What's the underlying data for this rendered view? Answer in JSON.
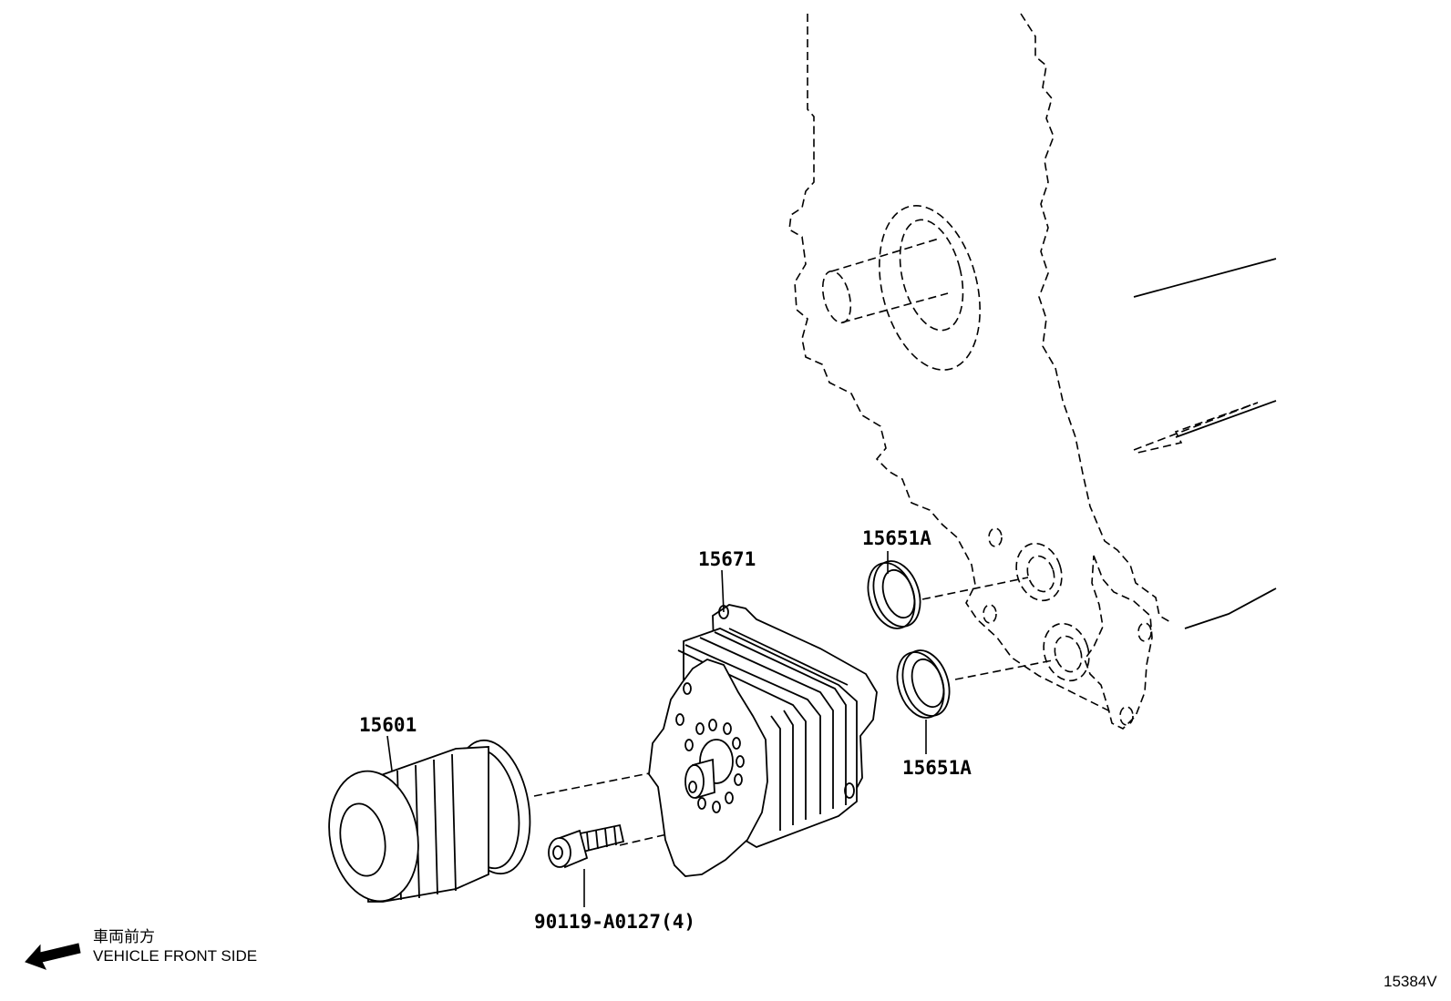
{
  "labels": {
    "oil_filter": "15601",
    "oil_cooler": "15671",
    "o_ring_upper": "15651A",
    "o_ring_lower": "15651A",
    "bolt": "90119-A0127(4)"
  },
  "orientation": {
    "japanese": "車両前方",
    "english": "VEHICLE FRONT SIDE"
  },
  "figure_ref": "15384V"
}
